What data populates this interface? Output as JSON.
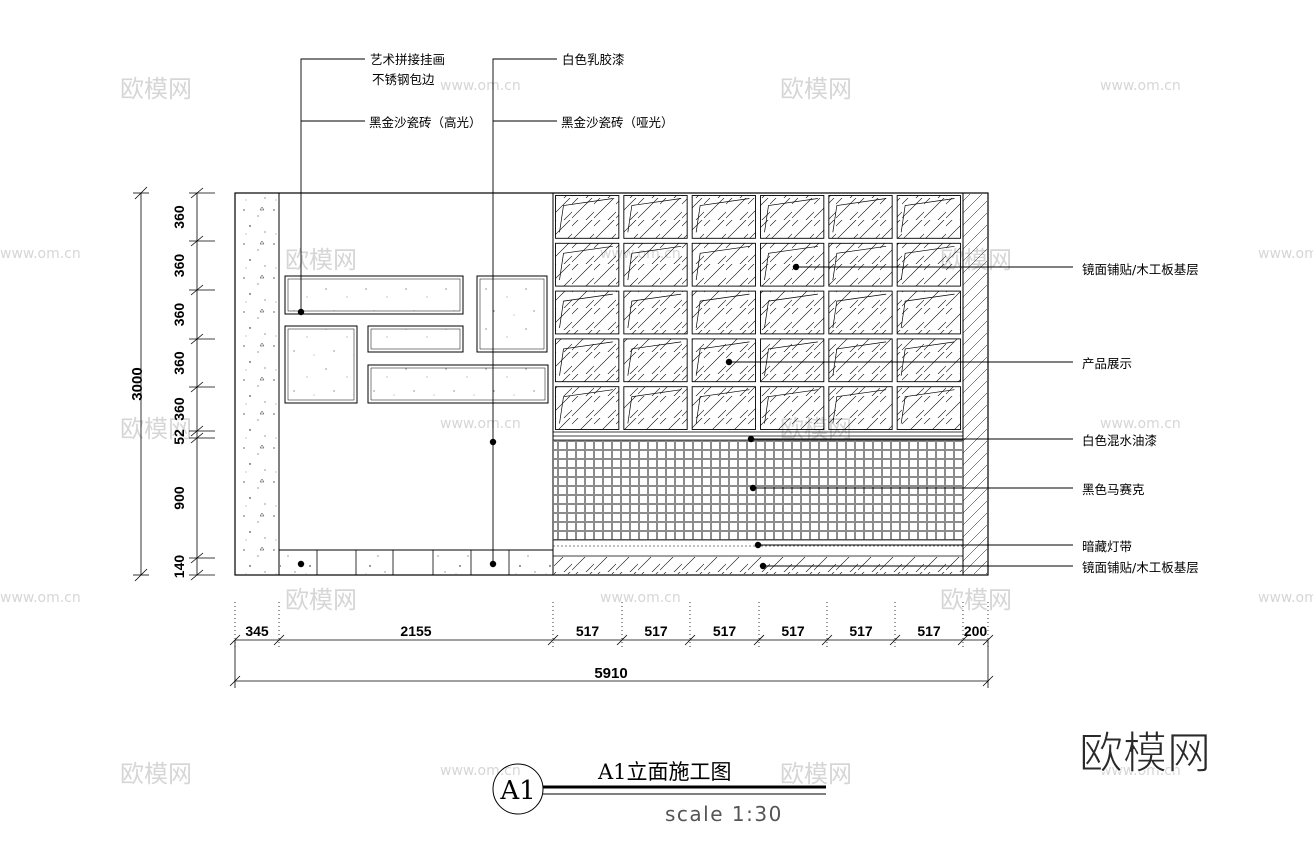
{
  "drawing": {
    "callouts_top": {
      "art_panel": "艺术拼接挂画",
      "stainless_edge": "不锈钢包边",
      "white_latex": "白色乳胶漆",
      "tile_gloss": "黑金沙瓷砖（高光）",
      "tile_matte": "黑金沙瓷砖（哑光）"
    },
    "callouts_right": [
      "镜面铺贴/木工板基层",
      "产品展示",
      "白色混水油漆",
      "黑色马赛克",
      "暗藏灯带",
      "镜面铺贴/木工板基层"
    ],
    "dims_left": {
      "total": "3000",
      "segments": [
        "360",
        "360",
        "360",
        "360",
        "360",
        "52",
        "900",
        "140"
      ]
    },
    "dims_bottom": {
      "segments": [
        "345",
        "2155",
        "517",
        "517",
        "517",
        "517",
        "517",
        "517",
        "200"
      ],
      "total": "5910"
    },
    "title": {
      "badge": "A1",
      "text": "A1立面施工图",
      "scale": "scale 1:30"
    },
    "watermarks": {
      "logo": "欧模网",
      "url": "www.om.cn"
    }
  }
}
